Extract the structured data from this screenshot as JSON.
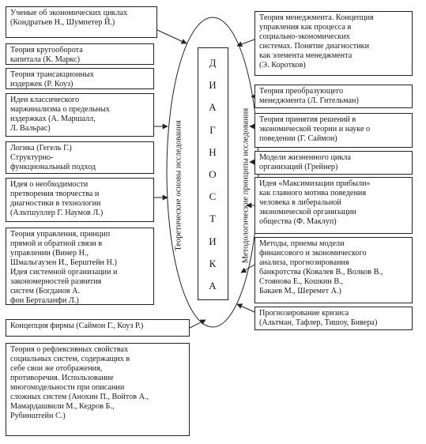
{
  "center": {
    "word": "ДИАГНОСТИКА",
    "left_label": "Теоретические основы исследования",
    "right_label": "Методологические принципы исследования"
  },
  "left_boxes": [
    "Ученые об экономических циклах\n(Кондратьев Н., Шумпетер Й.)",
    "Теория кругооборота\nкапитала (К. Маркс)",
    "Теория трансакционных\nиздержек (Р. Коуз)",
    "Идеи классического\nмаржинализма о предельных\nиздержках (А. Маршалл,\nЛ. Вальрас)",
    "Логика (Гегель Г.)\nСтруктурно-\nфункциональный подход",
    "Идея о необходимости\nпретворения творчества и\nдиагностики в технологии\n(Альтшуллер Г. Наумов Л.)",
    "Теория управления, принцип\nпрямой и обратной связи в\nуправлении (Винер Н.,\nШмальгаузен И., Берштейн Н.)\nИдея системной организации и\nзакономерностей развития\nсистем (Богданов А.\nфон Берталанфи Л.)",
    "Концепция фирмы (Саймон Г., Коуз Р.)",
    "Теория о рефлексивных свойствах\nсоциальных систем, содержащих в\nсебе свои же отображения,\nпротиворечия. Использование\nмногомодельности при описании\nсложных систем (Анохин П., Войтов А.,\nМамардашвили М., Кедров Б.,\nРубинштейн С.)"
  ],
  "right_boxes": [
    "Теория менеджмента. Концепция\nуправления как процесса в\nсоциально-экономических\nсистемах. Понятие диагностики\nкак элемента менеджмента\n(Э. Коротков)",
    "Теория преобразующего\nменеджмента (Л. Гительман)",
    "Теория принятия решений в\nэкономической теории и науке о\nповедении (Г. Саймон)",
    "Модели жизненного цикла\nорганизаций (Грейнер)",
    "Идея «Максимизации прибыли»\nкак главного мотива поведения\nчеловека в либеральной\nэкономической организации\nобщества (Ф. Маклуп)",
    "Методы, приемы модели\nфинансового и экономического\nанализа, прогнозирования\nбанкротства (Ковалев В., Волков В.,\nСтоянова Е., Кошкин В.,\nБакаев М., Шеремет А.)",
    "Прогнозирование кризиса\n(Альтман, Тафлер, Тишоу, Бивера)"
  ]
}
